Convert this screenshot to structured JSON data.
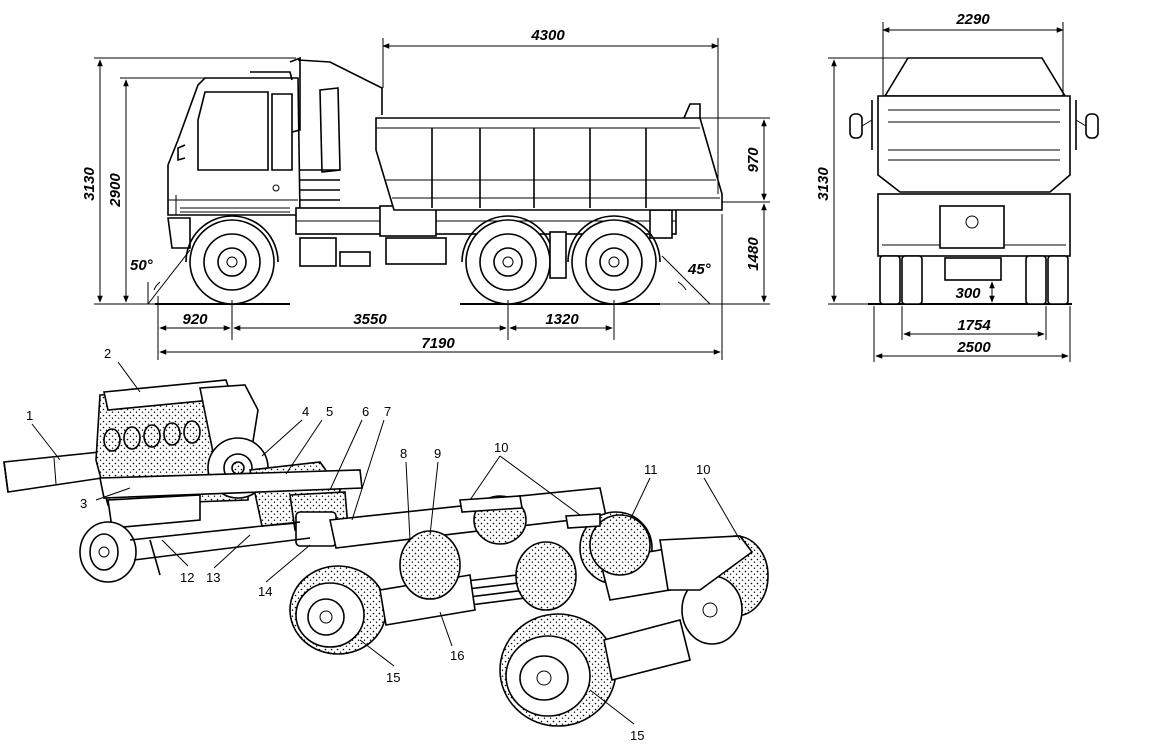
{
  "dimensions": {
    "side_length_top": "4300",
    "side_height_total": "3130",
    "side_height_cab": "2900",
    "side_body_height": "970",
    "side_body_floor": "1480",
    "side_front_overhang": "920",
    "side_wheelbase": "3550",
    "side_tandem_spacing": "1320",
    "side_length_total": "7190",
    "side_approach_angle": "50°",
    "side_departure_angle": "45°",
    "rear_body_width": "2290",
    "rear_height": "3130",
    "rear_ground_clearance": "300",
    "rear_track": "1754",
    "rear_width_total": "2500"
  },
  "callouts": [
    "1",
    "2",
    "3",
    "4",
    "5",
    "6",
    "7",
    "8",
    "9",
    "10",
    "10",
    "11",
    "12",
    "13",
    "14",
    "15",
    "15",
    "16"
  ]
}
